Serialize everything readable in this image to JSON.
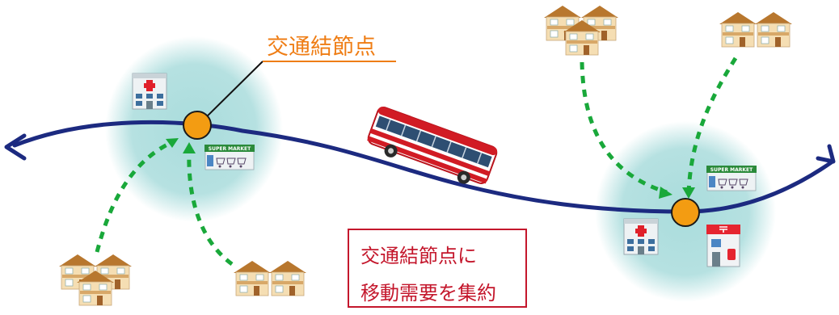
{
  "hub_label": "交通結節点",
  "summary": {
    "line1": "交通結節点に",
    "line2": "移動需要を集約"
  },
  "store_sign": "SUPER MARKET",
  "colors": {
    "route": "#1c2a80",
    "hub": "#f39c12",
    "catchment": "#a9dcdc",
    "flow_arrow": "#19a83a",
    "hub_label": "#ef7d14",
    "summary_border": "#c4172c"
  },
  "icons": [
    "hospital-icon",
    "supermarket-icon",
    "house-cluster-icon",
    "bus-icon",
    "post-office-icon"
  ]
}
